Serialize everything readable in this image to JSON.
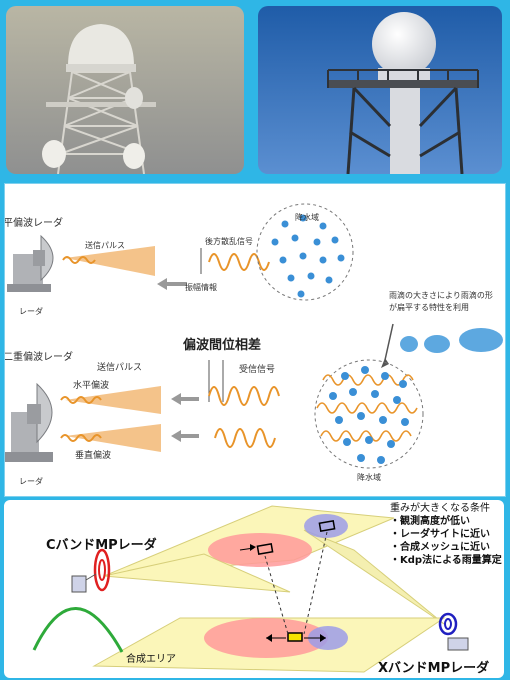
{
  "colors": {
    "background": "#2fb6e6",
    "droplet": "#3a8fd6",
    "wave": "#e8942a",
    "beam": "#f4c38a",
    "c_band_ellipse": "#ff9a9a",
    "x_band_ellipse": "#9c9ce8",
    "area_fill": "#fbf6b9",
    "terrain": "#2eaa3a"
  },
  "photos": {
    "left": {
      "icon": "radar-tower-photo-icon"
    },
    "right": {
      "icon": "radar-dome-photo-icon"
    }
  },
  "mid": {
    "single_pol_title": "平偏波レーダ",
    "tx_pulse_label": "送信パルス",
    "backscatter_label": "後方散乱信号",
    "amplitude_label": "振幅情報",
    "precip_area_label": "降水域",
    "radar_label": "レーダ",
    "droplet_note_line1": "雨滴の大きさにより雨滴の形",
    "droplet_note_line2": "が扁平する特性を利用",
    "dual_pol_title": "二重偏波レーダ",
    "tx_pulse_label2": "送信パルス",
    "phase_diff_title": "偏波間位相差",
    "rx_signal_label": "受信信号",
    "h_pol_label": "水平偏波",
    "v_pol_label": "垂直偏波",
    "precip_area_label2": "降水域",
    "radar_label2": "レーダ"
  },
  "bottom": {
    "c_band_label": "CバンドMPレーダ",
    "x_band_label": "XバンドMPレーダ",
    "composite_area_label": "合成エリア",
    "conditions_title": "重みが大きくなる条件",
    "conditions": [
      "・観測高度が低い",
      "・レーダサイトに近い",
      "・合成メッシュに近い",
      "・Kdp法による雨量算定"
    ]
  }
}
